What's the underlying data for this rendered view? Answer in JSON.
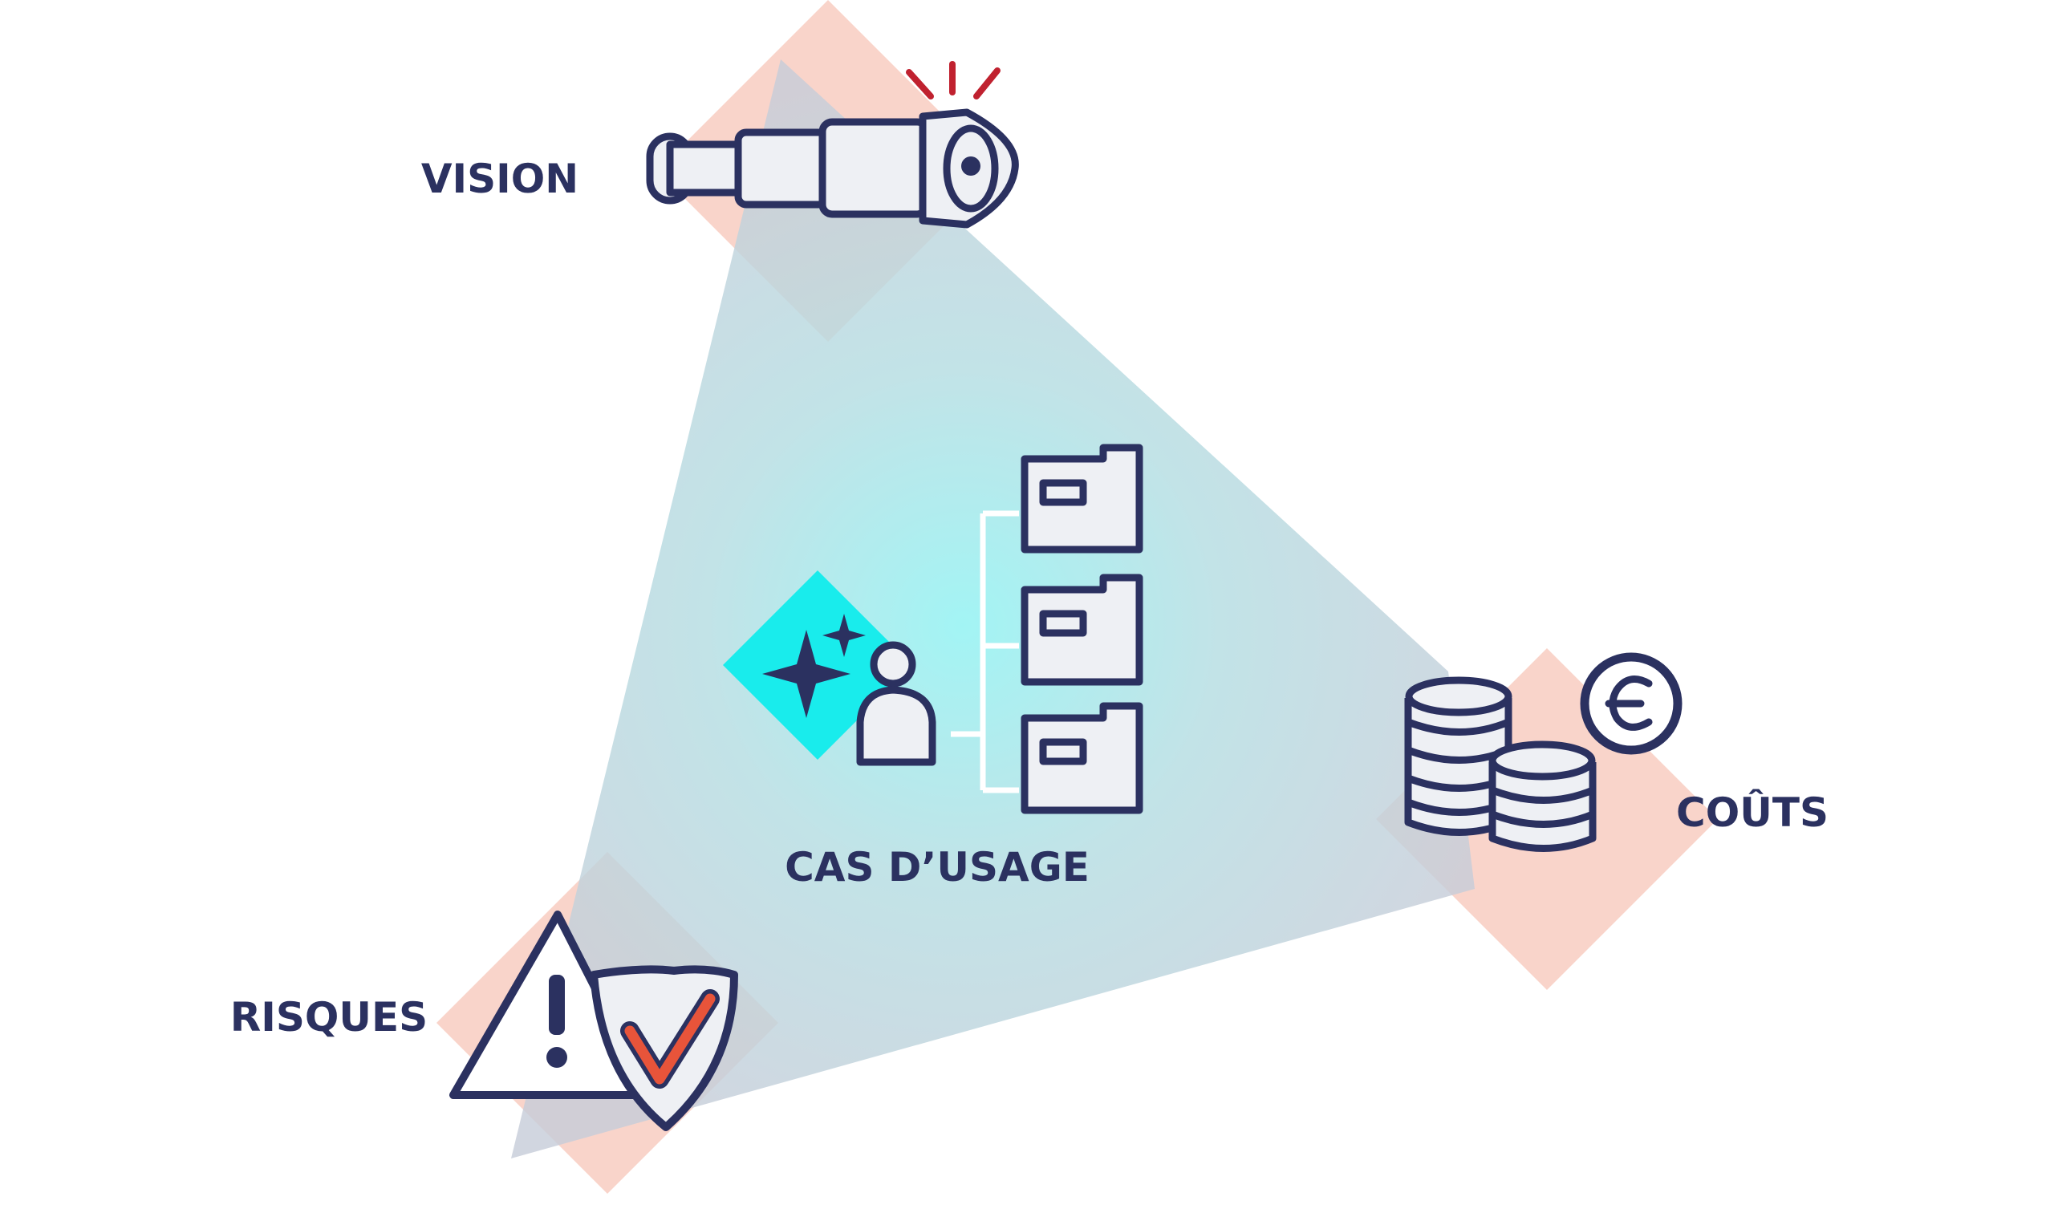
{
  "labels": {
    "vision": "VISION",
    "couts": "COÛTS",
    "risques": "RISQUES",
    "cas_usage": "CAS D’USAGE"
  },
  "colors": {
    "text": "#2b3160",
    "diamond": "#f7c9bd",
    "triangle": "#8fb8c6",
    "highlight": "#19ecec",
    "alert": "#c0212f",
    "check": "#e8543a"
  },
  "icons": [
    "telescope-icon",
    "alert-rays-icon",
    "folders-tree-icon",
    "person-icon",
    "sparkles-icon",
    "coins-stack-icon",
    "euro-coin-icon",
    "warning-triangle-icon",
    "shield-check-icon"
  ]
}
